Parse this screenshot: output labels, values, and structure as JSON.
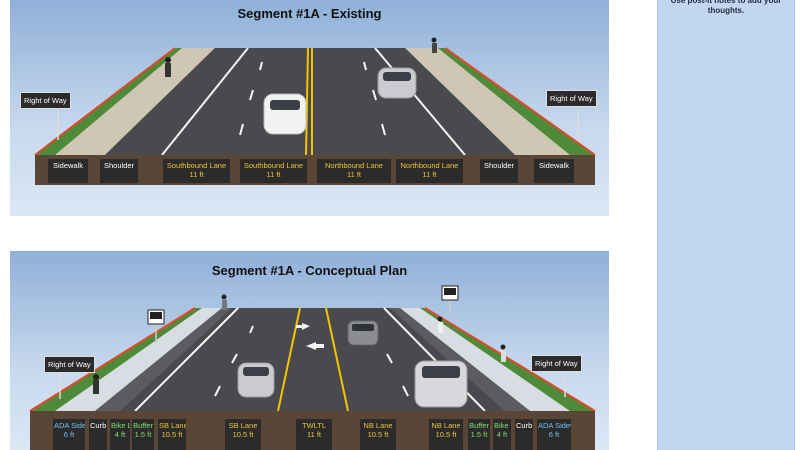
{
  "existing": {
    "title": "Segment #1A - Existing",
    "row_left": "Right of Way",
    "row_right": "Right of Way",
    "lanes": [
      {
        "name": "Sidewalk",
        "width": "",
        "color": "white"
      },
      {
        "name": "Shoulder",
        "width": "",
        "color": "white"
      },
      {
        "name": "Southbound Lane",
        "width": "11 ft",
        "color": "yellow"
      },
      {
        "name": "Southbound Lane",
        "width": "11 ft",
        "color": "yellow"
      },
      {
        "name": "Northbound Lane",
        "width": "11 ft",
        "color": "yellow"
      },
      {
        "name": "Northbound Lane",
        "width": "11 ft",
        "color": "yellow"
      },
      {
        "name": "Shoulder",
        "width": "",
        "color": "white"
      },
      {
        "name": "Sidewalk",
        "width": "",
        "color": "white"
      }
    ]
  },
  "plan": {
    "title": "Segment #1A - Conceptual Plan",
    "row_left": "Right of Way",
    "row_right": "Right of Way",
    "lanes": [
      {
        "name": "ADA Sidewalk",
        "width": "6 ft",
        "color": "blue"
      },
      {
        "name": "Curb",
        "width": "",
        "color": "white"
      },
      {
        "name": "Bike Lane",
        "width": "4 ft",
        "color": "green"
      },
      {
        "name": "Buffer",
        "width": "1.5 ft",
        "color": "green"
      },
      {
        "name": "SB Lane",
        "width": "10.5 ft",
        "color": "yellow"
      },
      {
        "name": "SB Lane",
        "width": "10.5 ft",
        "color": "yellow"
      },
      {
        "name": "TWLTL",
        "width": "11 ft",
        "color": "yellow"
      },
      {
        "name": "NB Lane",
        "width": "10.5 ft",
        "color": "yellow"
      },
      {
        "name": "NB Lane",
        "width": "10.5 ft",
        "color": "yellow"
      },
      {
        "name": "Buffer",
        "width": "1.5 ft",
        "color": "green"
      },
      {
        "name": "Bike Lane",
        "width": "4 ft",
        "color": "green"
      },
      {
        "name": "Curb",
        "width": "",
        "color": "white"
      },
      {
        "name": "ADA Sidewalk",
        "width": "6 ft",
        "color": "blue"
      }
    ]
  },
  "sidebar": {
    "text": "Use post-it notes to add your thoughts."
  },
  "colors": {
    "asphalt": "#4a4a4e",
    "sidewalk": "#cfc6b4",
    "grass": "#4f8a3a",
    "right_of_way_line": "#e04a2a",
    "yellow_stripe": "#f2c400",
    "soil": "#5a4636"
  }
}
